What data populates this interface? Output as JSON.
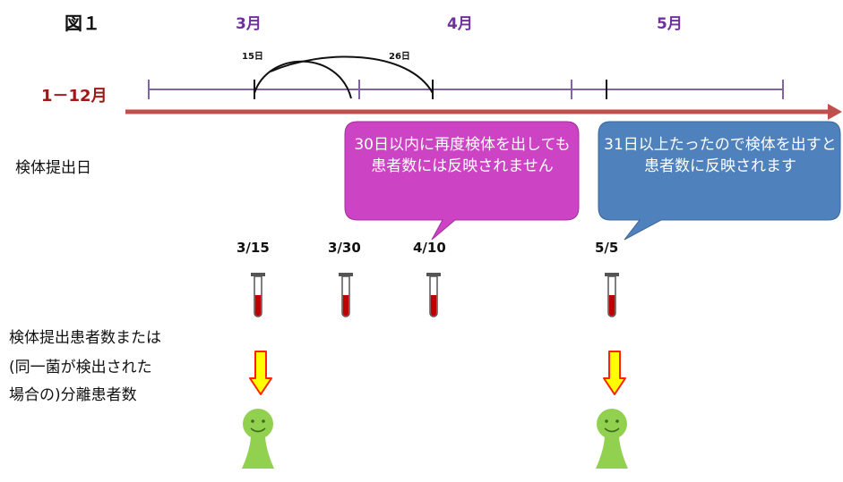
{
  "figure_label": "図１",
  "timeline": {
    "range_label": "1－12月",
    "months": [
      "3月",
      "4月",
      "5月"
    ],
    "day_marks": [
      "15日",
      "26日"
    ]
  },
  "labels": {
    "submission_date": "検体提出日",
    "patient_count": [
      "検体提出患者数または",
      "(同一菌が検出された",
      "場合の)分離患者数"
    ]
  },
  "dates": [
    "3/15",
    "3/30",
    "4/10",
    "5/5"
  ],
  "callouts": {
    "not_reflected": "30日以内に再度検体を出しても患者数には反映されません",
    "reflected": "31日以上たったので検体を出すと患者数に反映されます"
  },
  "colors": {
    "month_text": "#7030a0",
    "range_text": "#a01818",
    "arrow_line": "#c0504d",
    "tick_line": "#8064a2",
    "callout_magenta": "#cc44c4",
    "callout_blue": "#4f81bd",
    "blood_red": "#c00000",
    "down_arrow_fill": "#ffff00",
    "down_arrow_stroke": "#ff2200",
    "person_green": "#92d050"
  }
}
